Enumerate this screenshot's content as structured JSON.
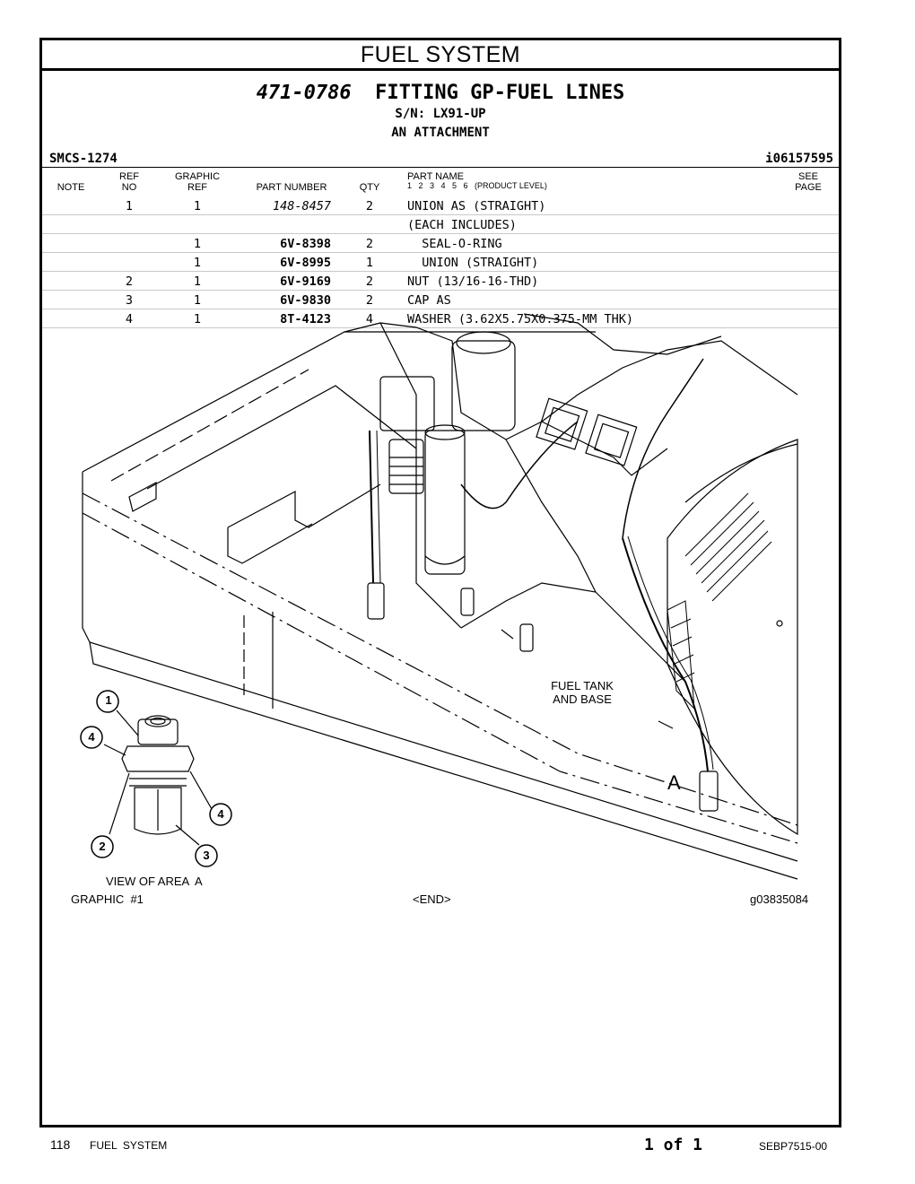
{
  "section_title": "FUEL SYSTEM",
  "group": {
    "number": "471-0786",
    "name": "FITTING GP-FUEL LINES",
    "serial": "S/N: LX91-UP",
    "type": "AN ATTACHMENT"
  },
  "smcs": "SMCS-1274",
  "illustration_id": "i06157595",
  "columns": {
    "note": "NOTE",
    "ref_top": "REF",
    "ref_bottom": "NO",
    "graphic_top": "GRAPHIC",
    "graphic_bottom": "REF",
    "part_number": "PART NUMBER",
    "qty": "QTY",
    "part_name": "PART NAME",
    "levels": "1   2   3   4   5   6   (PRODUCT LEVEL)",
    "see_top": "SEE",
    "see_bottom": "PAGE"
  },
  "parts": [
    {
      "ref": "1",
      "graphic": "1",
      "part": "148-8457",
      "qty": "2",
      "name": "UNION AS (STRAIGHT)",
      "style": "ital"
    },
    {
      "ref": "",
      "graphic": "",
      "part": "",
      "qty": "",
      "name": "(EACH INCLUDES)",
      "style": ""
    },
    {
      "ref": "",
      "graphic": "1",
      "part": "6V-8398",
      "qty": "2",
      "name": "  SEAL-O-RING",
      "style": "bold"
    },
    {
      "ref": "",
      "graphic": "1",
      "part": "6V-8995",
      "qty": "1",
      "name": "  UNION (STRAIGHT)",
      "style": "bold"
    },
    {
      "ref": "2",
      "graphic": "1",
      "part": "6V-9169",
      "qty": "2",
      "name": "NUT (13/16-16-THD)",
      "style": "bold"
    },
    {
      "ref": "3",
      "graphic": "1",
      "part": "6V-9830",
      "qty": "2",
      "name": "CAP AS",
      "style": "bold"
    },
    {
      "ref": "4",
      "graphic": "1",
      "part": "8T-4123",
      "qty": "4",
      "name": "WASHER (3.62X5.75X0.375-MM THK)",
      "style": "bold"
    }
  ],
  "illustration": {
    "callouts": [
      "1",
      "4",
      "4",
      "2",
      "3"
    ],
    "area_label": "A",
    "tank_label_line1": "FUEL TANK",
    "tank_label_line2": "AND BASE",
    "view_caption": "VIEW OF AREA  A",
    "graphic_label": "GRAPHIC  #1",
    "end_marker": "<END>",
    "graphic_id": "g03835084"
  },
  "footer": {
    "page_number": "118",
    "section": "FUEL  SYSTEM",
    "pagination": "1 of 1",
    "doc_number": "SEBP7515-00"
  }
}
